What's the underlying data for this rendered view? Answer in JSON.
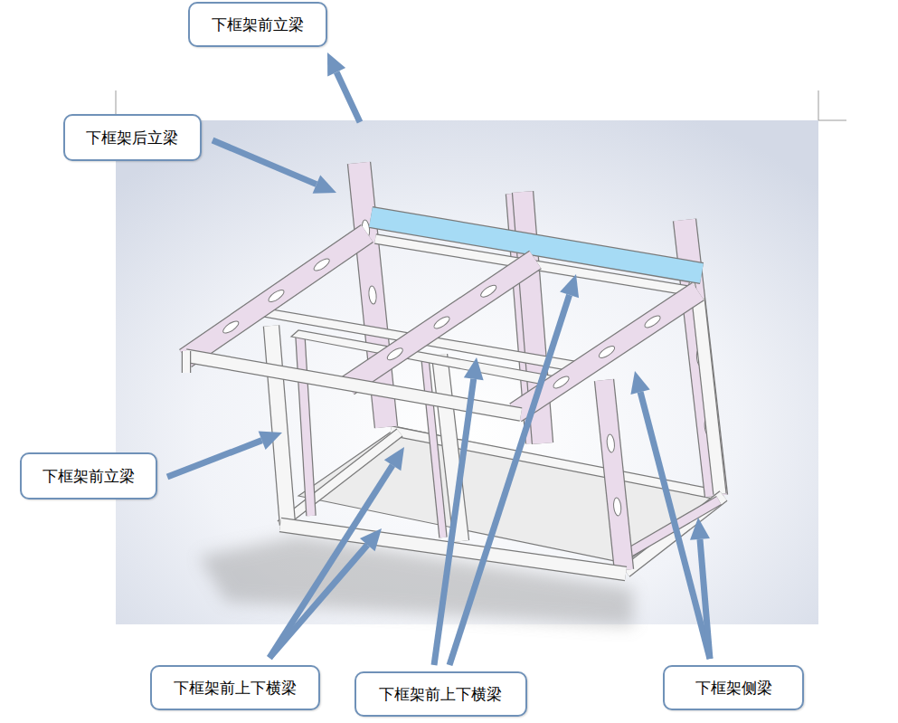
{
  "diagram": {
    "nodes": [
      {
        "text": [
          "下框架前立梁"
        ]
      },
      {
        "text": [
          "下框架后立梁"
        ]
      },
      {
        "text": [
          "下框架前立梁"
        ]
      },
      {
        "text": [
          "下框架前上下横梁"
        ]
      },
      {
        "text": [
          "下框架前上下横梁"
        ]
      },
      {
        "text": [
          "下框架侧梁"
        ]
      }
    ]
  }
}
